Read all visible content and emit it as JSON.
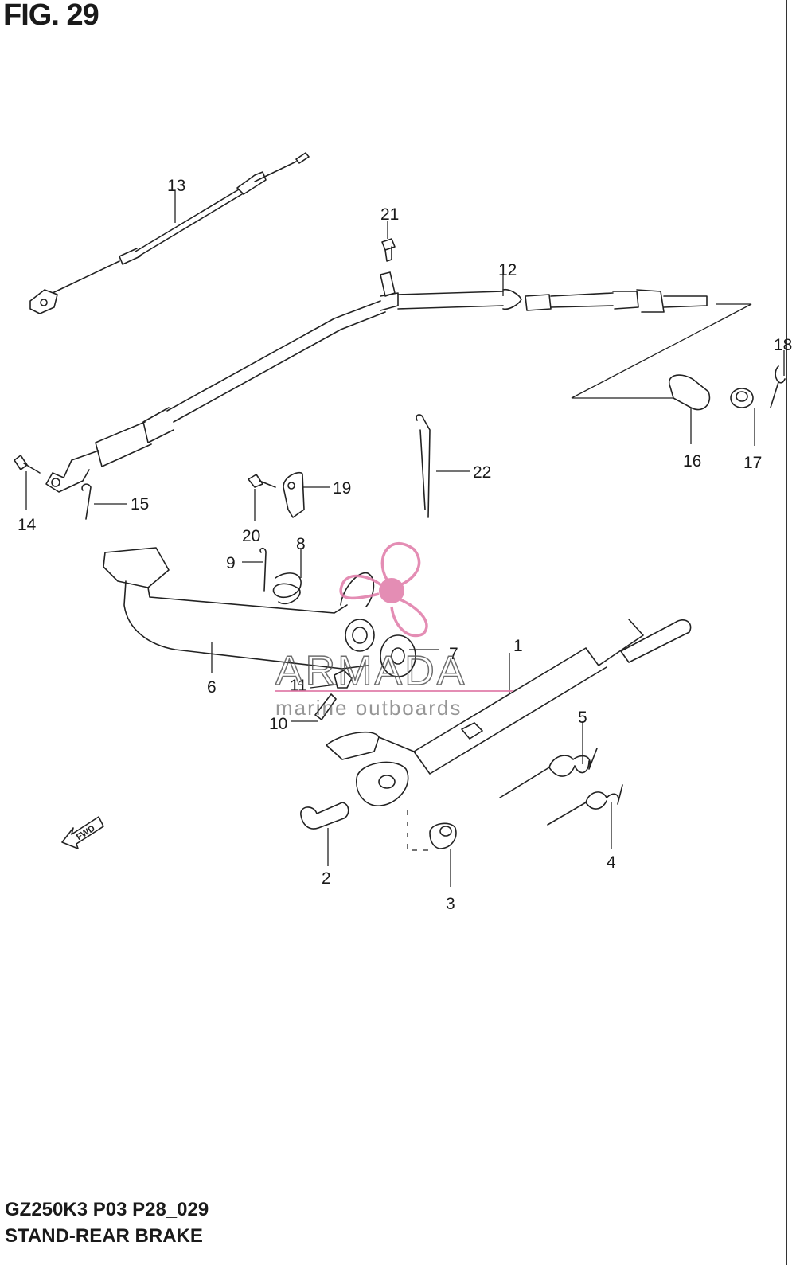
{
  "figure": {
    "title": "FIG. 29",
    "model_code": "GZ250K3 P03 P28_029",
    "section_name": "STAND-REAR BRAKE",
    "fwd_label": "FWD"
  },
  "watermark": {
    "brand": "ARMADA",
    "tagline": "marine outboards",
    "color": "#e07aa8"
  },
  "callouts": [
    "1",
    "2",
    "3",
    "4",
    "5",
    "6",
    "7",
    "8",
    "9",
    "10",
    "11",
    "12",
    "13",
    "14",
    "15",
    "16",
    "17",
    "18",
    "19",
    "20",
    "21",
    "22"
  ]
}
